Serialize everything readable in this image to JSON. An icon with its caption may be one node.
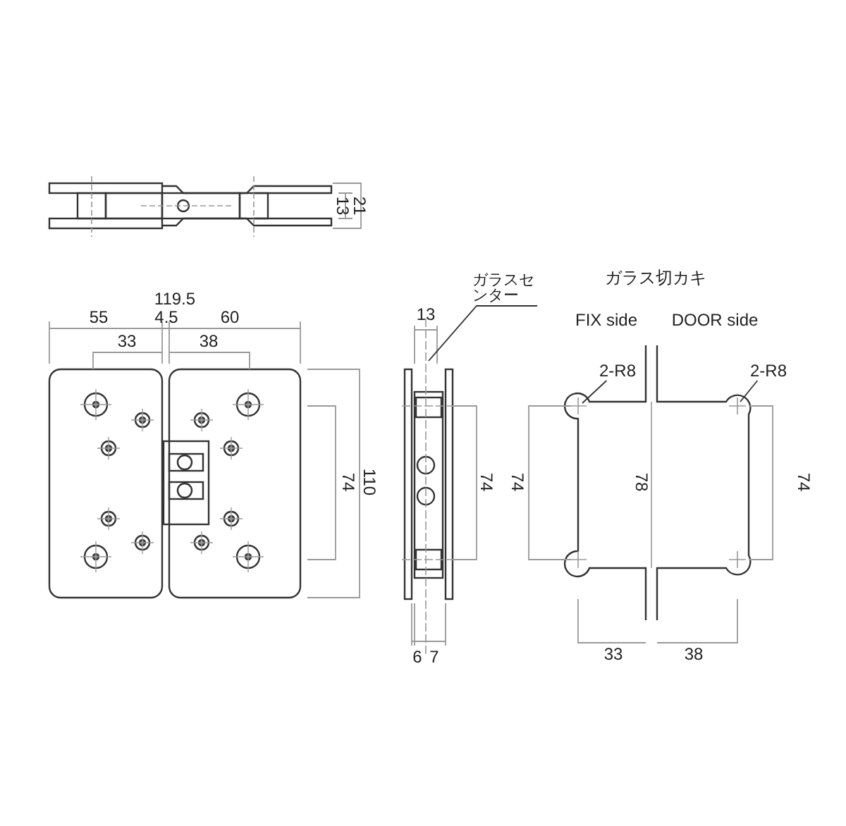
{
  "diagram": {
    "nodes": [
      {
        "text": [
          "ガラスセンター"
        ]
      },
      {
        "text": [
          "2-R8"
        ]
      },
      {
        "text": [
          "2-R8"
        ]
      }
    ],
    "edges": [
      {
        "from": 0,
        "to": null,
        "arrow": "none"
      },
      {
        "from": 1,
        "to": null,
        "arrow": "none"
      },
      {
        "from": 2,
        "to": null,
        "arrow": "none"
      }
    ],
    "labels": [
      "13",
      "21",
      "119.5",
      "55",
      "4.5",
      "60",
      "33",
      "38",
      "74",
      "110",
      "13",
      "74",
      "6",
      "7",
      "ガラス切カキ",
      "FIX side",
      "DOOR side",
      "74",
      "78",
      "74",
      "33",
      "38"
    ]
  }
}
